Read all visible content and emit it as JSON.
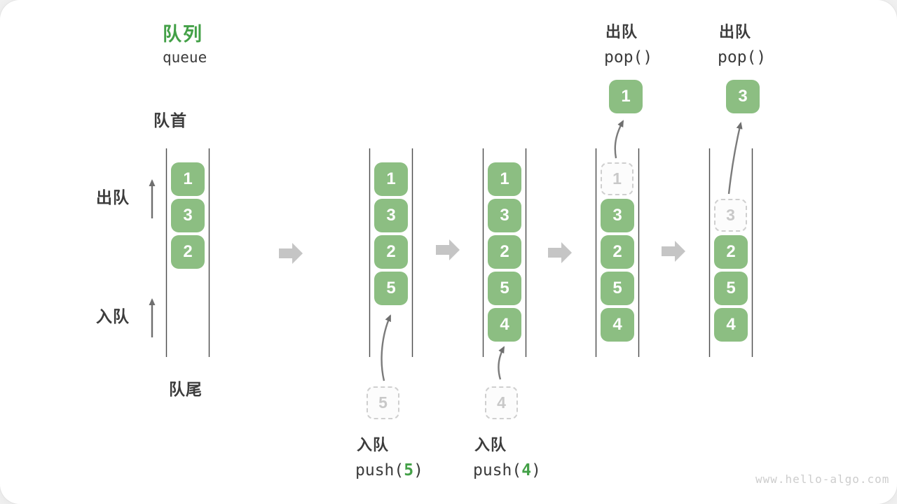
{
  "title": {
    "zh": "队列",
    "en": "queue"
  },
  "labels": {
    "front": "队首",
    "rear": "队尾",
    "dequeue": "出队",
    "enqueue": "入队"
  },
  "watermark": "www.hello-algo.com",
  "colors": {
    "accent_green": "#43A047",
    "box_green": "#8CBE82",
    "dark_text": "#3C3C3C",
    "flow_arrow_gray": "#C5C5C5",
    "thin_arrow_gray": "#7B7B7B",
    "ghost_gray": "#CFCFCF"
  },
  "states": [
    {
      "items": [
        "1",
        "3",
        "2"
      ]
    },
    {
      "items": [
        "1",
        "3",
        "2",
        "5"
      ],
      "incoming": "5"
    },
    {
      "items": [
        "1",
        "3",
        "2",
        "5",
        "4"
      ],
      "incoming": "4"
    },
    {
      "ghost": "1",
      "items": [
        "3",
        "2",
        "5",
        "4"
      ],
      "popped": "1"
    },
    {
      "ghost": "3",
      "items": [
        "2",
        "5",
        "4"
      ],
      "popped": "3"
    }
  ],
  "operations": {
    "push5": {
      "zh": "入队",
      "fn_open": "push(",
      "arg": "5",
      "fn_close": ")"
    },
    "push4": {
      "zh": "入队",
      "fn_open": "push(",
      "arg": "4",
      "fn_close": ")"
    },
    "pop1": {
      "zh": "出队",
      "fn": "pop()"
    },
    "pop2": {
      "zh": "出队",
      "fn": "pop()"
    }
  }
}
